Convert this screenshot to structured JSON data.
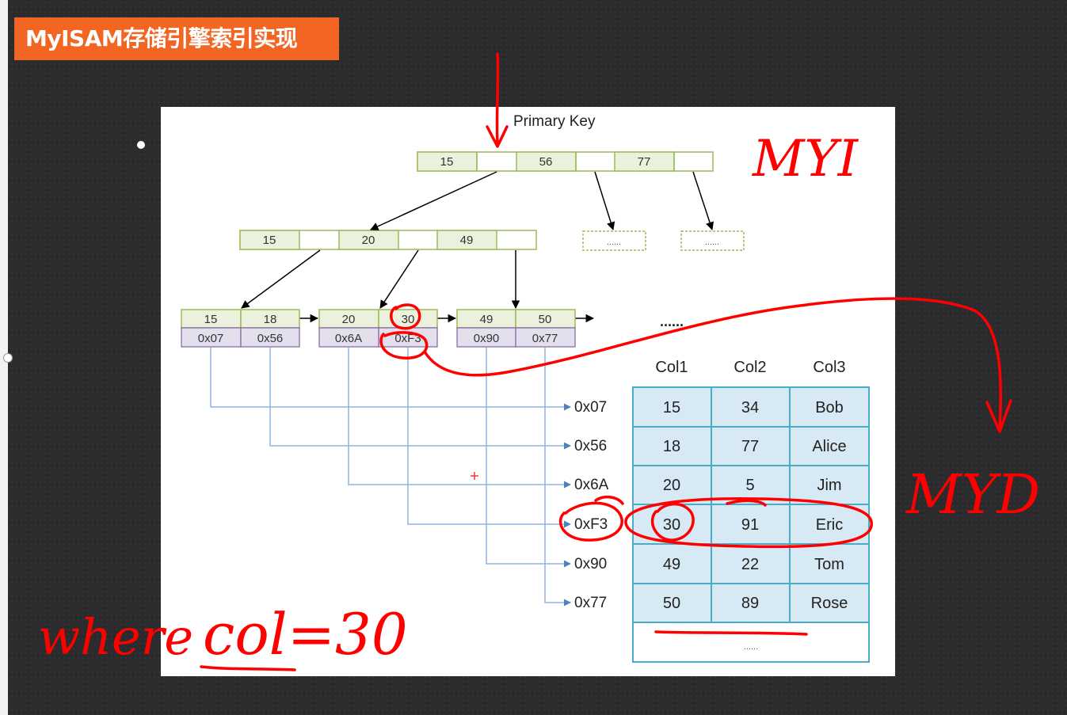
{
  "title": "MyISAM存储引擎索引实现",
  "primary_key_label": "Primary Key",
  "root_node": [
    "15",
    "56",
    "77"
  ],
  "internal_node": [
    "15",
    "20",
    "49"
  ],
  "ellipsis_node": "......",
  "leaf_nodes": [
    {
      "keys": [
        "15",
        "18"
      ],
      "addrs": [
        "0x07",
        "0x56"
      ]
    },
    {
      "keys": [
        "20",
        "30"
      ],
      "addrs": [
        "0x6A",
        "0xF3"
      ]
    },
    {
      "keys": [
        "49",
        "50"
      ],
      "addrs": [
        "0x90",
        "0x77"
      ]
    }
  ],
  "leaf_more": "......",
  "table": {
    "headers": [
      "Col1",
      "Col2",
      "Col3"
    ],
    "rows": [
      {
        "addr": "0x07",
        "cells": [
          "15",
          "34",
          "Bob"
        ]
      },
      {
        "addr": "0x56",
        "cells": [
          "18",
          "77",
          "Alice"
        ]
      },
      {
        "addr": "0x6A",
        "cells": [
          "20",
          "5",
          "Jim"
        ]
      },
      {
        "addr": "0xF3",
        "cells": [
          "30",
          "91",
          "Eric"
        ]
      },
      {
        "addr": "0x90",
        "cells": [
          "49",
          "22",
          "Tom"
        ]
      },
      {
        "addr": "0x77",
        "cells": [
          "50",
          "89",
          "Rose"
        ]
      }
    ],
    "more": "......"
  },
  "annotations": {
    "myi": "MYI",
    "myd": "MYD",
    "where_word": "where",
    "condition": "col=30"
  },
  "colors": {
    "title_bg": "#f26522",
    "node_key_fill": "#ebf1dd",
    "node_border": "#9bbb59",
    "leaf_addr_fill": "#e4dfec",
    "leaf_addr_border": "#8064a2",
    "table_fill": "#d7e9f4",
    "table_border": "#4bacc6",
    "pointer_line": "#8db3e2",
    "ink_red": "#ff0000"
  }
}
